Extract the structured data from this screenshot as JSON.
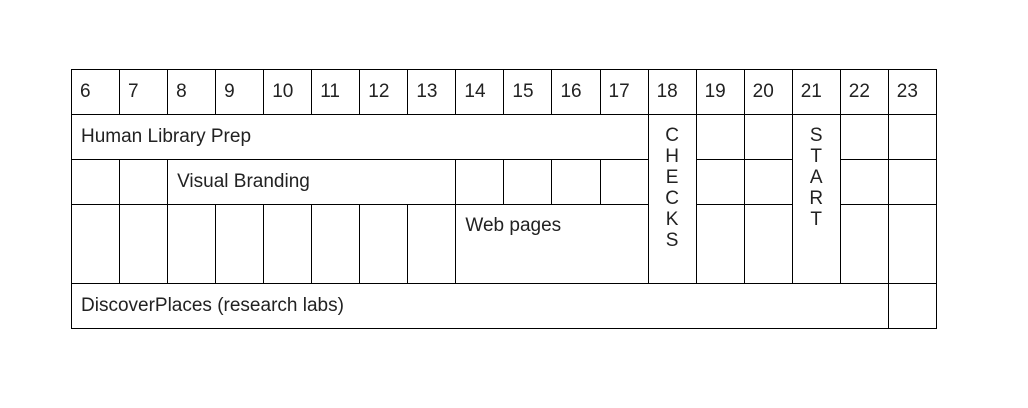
{
  "hours": [
    "6",
    "7",
    "8",
    "9",
    "10",
    "11",
    "12",
    "13",
    "14",
    "15",
    "16",
    "17",
    "18",
    "19",
    "20",
    "21",
    "22",
    "23"
  ],
  "tasks": {
    "human_library_prep": "Human Library Prep",
    "visual_branding": "Visual Branding",
    "web_pages": "Web pages",
    "discover_places": "DiscoverPlaces (research labs)"
  },
  "checks_letters": [
    "C",
    "H",
    "E",
    "C",
    "K",
    "S"
  ],
  "start_letters": [
    "S",
    "T",
    "A",
    "R",
    "T"
  ]
}
